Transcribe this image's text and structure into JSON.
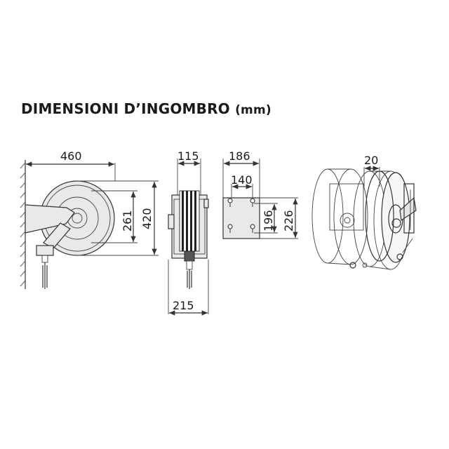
{
  "title": "DIMENSIONI D’INGOMBRO",
  "unit": "(mm)",
  "dimensions": {
    "side_width": "460",
    "inner_height": "261",
    "outer_height": "420",
    "front_width_top": "115",
    "front_width_bottom": "215",
    "bracket_width": "186",
    "bracket_hole_spacing": "140",
    "bracket_hole_height": "196",
    "bracket_height": "226",
    "swivel_angle": "20"
  }
}
